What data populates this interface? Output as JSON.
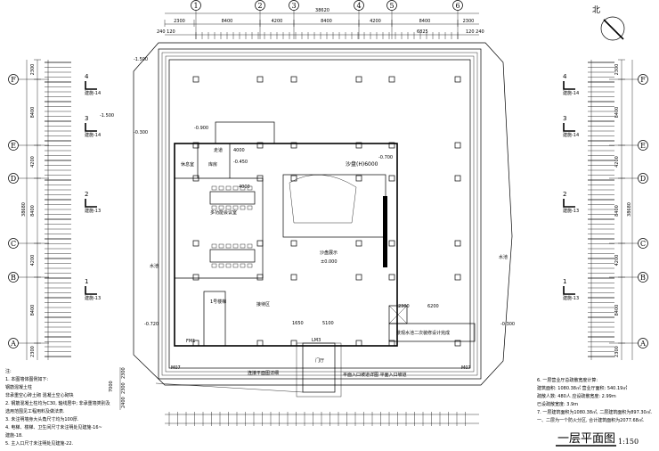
{
  "north_label": "北",
  "title": "一层平面图",
  "scale": "1:150",
  "axes_columns": [
    "1",
    "2",
    "3",
    "4",
    "5",
    "6"
  ],
  "axes_rows": [
    "F",
    "E",
    "D",
    "C",
    "B",
    "A"
  ],
  "dims_top": {
    "total": "38620",
    "segments": [
      "2300",
      "8400",
      "4200",
      "8400",
      "4200",
      "8400",
      "2300"
    ],
    "edge_left": "240 120",
    "edge_right": "120 240",
    "sub_right": "6825"
  },
  "dims_side": {
    "total": "38680",
    "segments": [
      "2300",
      "8400",
      "4200",
      "8400",
      "4200",
      "8400",
      "2300"
    ]
  },
  "dims_bottom": {
    "segments": [
      "7000",
      "2300",
      "2300",
      "2400"
    ],
    "inner": [
      "1650",
      "5100",
      "2300",
      "6200",
      "4000",
      "4000"
    ]
  },
  "levels": {
    "l1": "-1.500",
    "l2": "-0.300",
    "l3": "-0.900",
    "l4": "-0.450",
    "l5": "±0.000",
    "l6": "-0.700",
    "l7": "-0.720",
    "l8": "-0.300"
  },
  "sections": [
    {
      "num": "4",
      "ref": "建施-14"
    },
    {
      "num": "3",
      "ref": "建施-14"
    },
    {
      "num": "2",
      "ref": "建施-13"
    },
    {
      "num": "1",
      "ref": "建施-13"
    }
  ],
  "rooms": {
    "corridor": "走道",
    "storage": "库房",
    "lounge": "休息室",
    "meeting": "多功能会议室",
    "hall": "沙盘展示",
    "stair": "1号楼梯",
    "reception": "接待区",
    "water_left": "水池",
    "water_right": "水池",
    "lobby": "门厅",
    "entrance": "平面入口坡道详图\n平面入口坡道",
    "secondary": "景观水池二次装修设计完成",
    "ramp": "连接平面图详细",
    "sandbox": "沙盘(H)6000",
    "fm": "FM1",
    "lm": "LM3",
    "m": "M07"
  },
  "notes": [
    "注:",
    "1. 本图墙体图例如下:",
    "   钢筋混凝土柱",
    "   非承重空心砖土砌     混凝土空心砌块",
    "2. 钢筋混凝土柱均为C30, 轴线居中; 非承重墙类别及",
    "   选用范围见工程用料及做法表.",
    "3. 未注明墙身大头角尺寸均为100厚.",
    "4. 电梯、楼梯、卫生间尺寸未注明处见建施-16~",
    "   建施-18.",
    "5. 主入口尺寸未注明处见建施-22."
  ],
  "notes_right": [
    "6. 一层营业厅总疏散宽度计算:",
    "   建筑面积: 1080.38㎡   营业厅面积: 540.19㎡",
    "   疏散人数: 480人    应设疏散宽度: 2.99m",
    "   已设疏散宽度: 3.9m",
    "7. 一层建筑面积为1080.38㎡, 二层建筑面积为897.30㎡.",
    "   一、二层为一个防火分区, 合计建筑面积为2077.68㎡."
  ]
}
